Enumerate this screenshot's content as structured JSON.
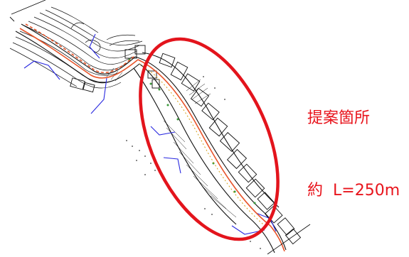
{
  "annotation": {
    "title": "提案箇所",
    "length_prefix": "約",
    "length_value": "L=250m"
  },
  "colors": {
    "callout": "#e8141c",
    "ellipse": "#e3141c",
    "centerline": "#e8542a",
    "boundary": "#2a2ae0",
    "linework": "#111111",
    "vegetation": "#3a9a3a",
    "marker": "#d4a017"
  }
}
